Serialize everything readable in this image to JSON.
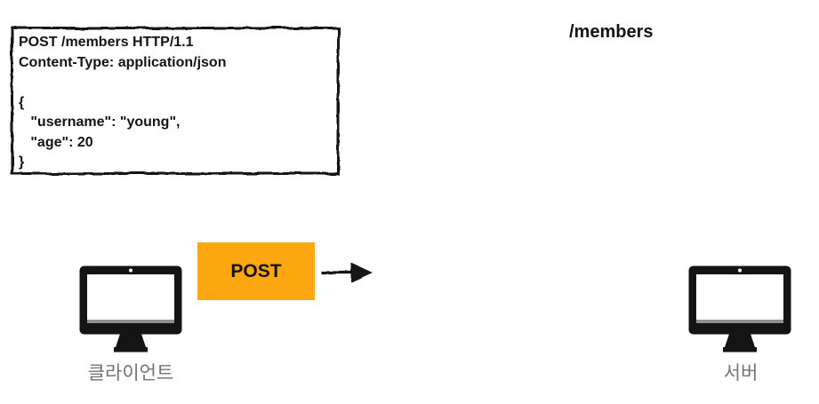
{
  "request_box": {
    "code": "POST /members HTTP/1.1\nContent-Type: application/json\n\n{\n   \"username\": \"young\",\n   \"age\": 20\n}"
  },
  "endpoint_path": "/members",
  "flow": {
    "method_label": "POST"
  },
  "nodes": {
    "client_label": "클라이언트",
    "server_label": "서버"
  },
  "colors": {
    "method_box": "#FCA70F",
    "ink": "#141414",
    "label_gray": "#747474"
  }
}
